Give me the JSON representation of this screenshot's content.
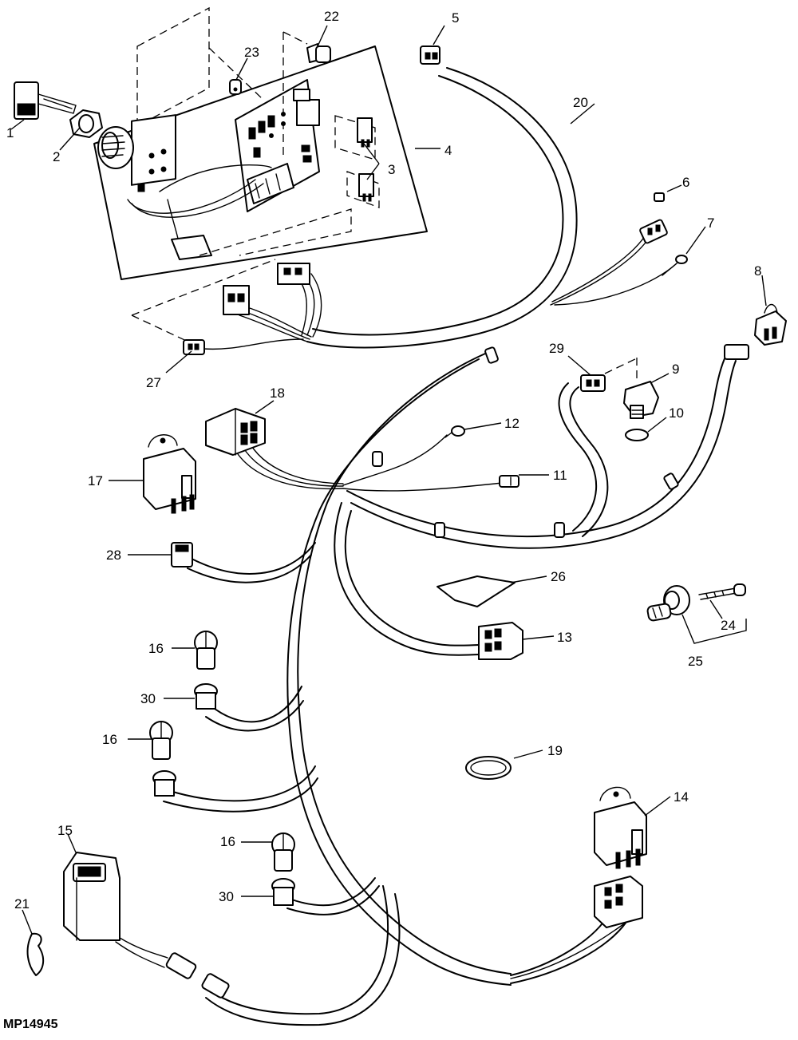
{
  "figure_id": "MP14945",
  "callouts": {
    "c1": "1",
    "c2": "2",
    "c3": "3",
    "c4": "4",
    "c5": "5",
    "c6": "6",
    "c7": "7",
    "c8": "8",
    "c9": "9",
    "c10": "10",
    "c11": "11",
    "c12": "12",
    "c13": "13",
    "c14": "14",
    "c15": "15",
    "c16a": "16",
    "c16b": "16",
    "c16c": "16",
    "c17": "17",
    "c18": "18",
    "c19": "19",
    "c20": "20",
    "c21": "21",
    "c22": "22",
    "c23": "23",
    "c24": "24",
    "c25": "25",
    "c26": "26",
    "c27": "27",
    "c28": "28",
    "c29": "29",
    "c30a": "30",
    "c30b": "30"
  }
}
